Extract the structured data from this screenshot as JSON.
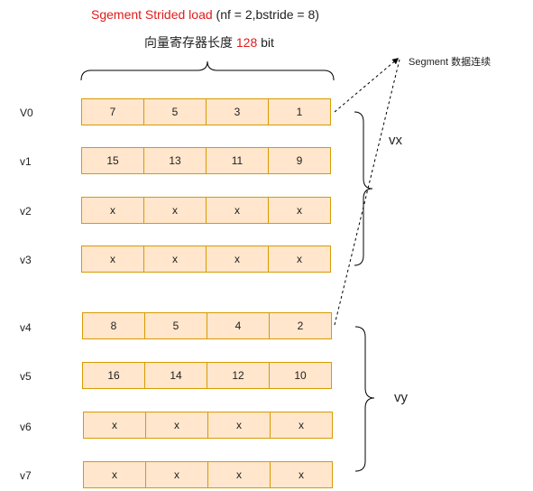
{
  "title": {
    "highlight": "Sgement Strided load",
    "rest": " (nf = 2,bstride = 8)"
  },
  "subtitle": {
    "prefix": "向量寄存器长度 ",
    "value": "128",
    "suffix": " bit"
  },
  "note": "Segment 数据连续",
  "registers": [
    {
      "name": "V0",
      "cells": [
        "7",
        "5",
        "3",
        "1"
      ]
    },
    {
      "name": "v1",
      "cells": [
        "15",
        "13",
        "11",
        "9"
      ]
    },
    {
      "name": "v2",
      "cells": [
        "x",
        "x",
        "x",
        "x"
      ]
    },
    {
      "name": "v3",
      "cells": [
        "x",
        "x",
        "x",
        "x"
      ]
    },
    {
      "name": "v4",
      "cells": [
        "8",
        "5",
        "4",
        "2"
      ]
    },
    {
      "name": "v5",
      "cells": [
        "16",
        "14",
        "12",
        "10"
      ]
    },
    {
      "name": "v6",
      "cells": [
        "x",
        "x",
        "x",
        "x"
      ]
    },
    {
      "name": "v7",
      "cells": [
        "x",
        "x",
        "x",
        "x"
      ]
    }
  ],
  "groups": {
    "vx": "vx",
    "vy": "vy"
  },
  "colors": {
    "cell_fill": "#ffe6cc",
    "cell_border": "#d79b00",
    "highlight_text": "#e01b1b"
  }
}
